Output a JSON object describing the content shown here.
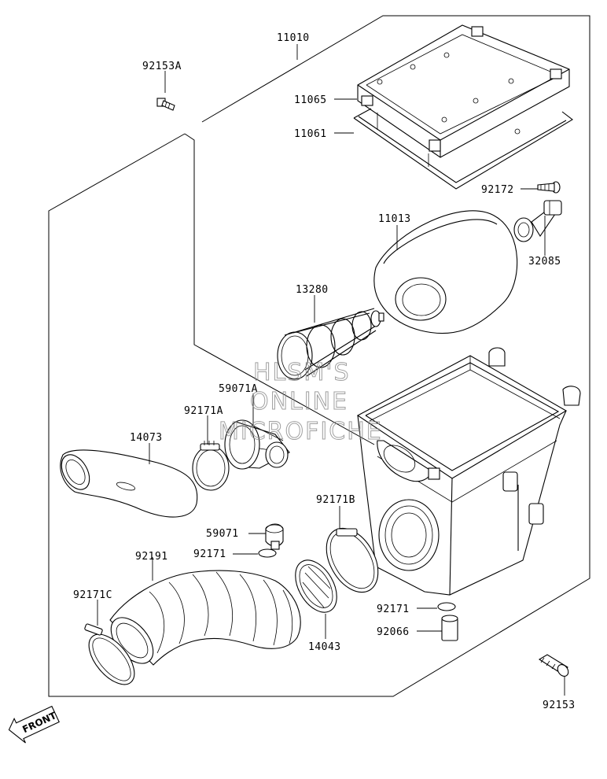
{
  "diagram": {
    "part_labels": {
      "p11010": "11010",
      "p92153A": "92153A",
      "p11065": "11065",
      "p11061": "11061",
      "p92172": "92172",
      "p11013": "11013",
      "p32085": "32085",
      "p13280": "13280",
      "p59071A": "59071A",
      "p92171A": "92171A",
      "p14073": "14073",
      "p92171B": "92171B",
      "p59071": "59071",
      "p92171_top": "92171",
      "p92191": "92191",
      "p92171C": "92171C",
      "p14043": "14043",
      "p92171_right": "92171",
      "p92066": "92066",
      "p92153": "92153"
    },
    "watermark": [
      "HLSM'S",
      "ONLINE",
      "MICROFICHE"
    ],
    "direction_badge": "FRONT"
  }
}
